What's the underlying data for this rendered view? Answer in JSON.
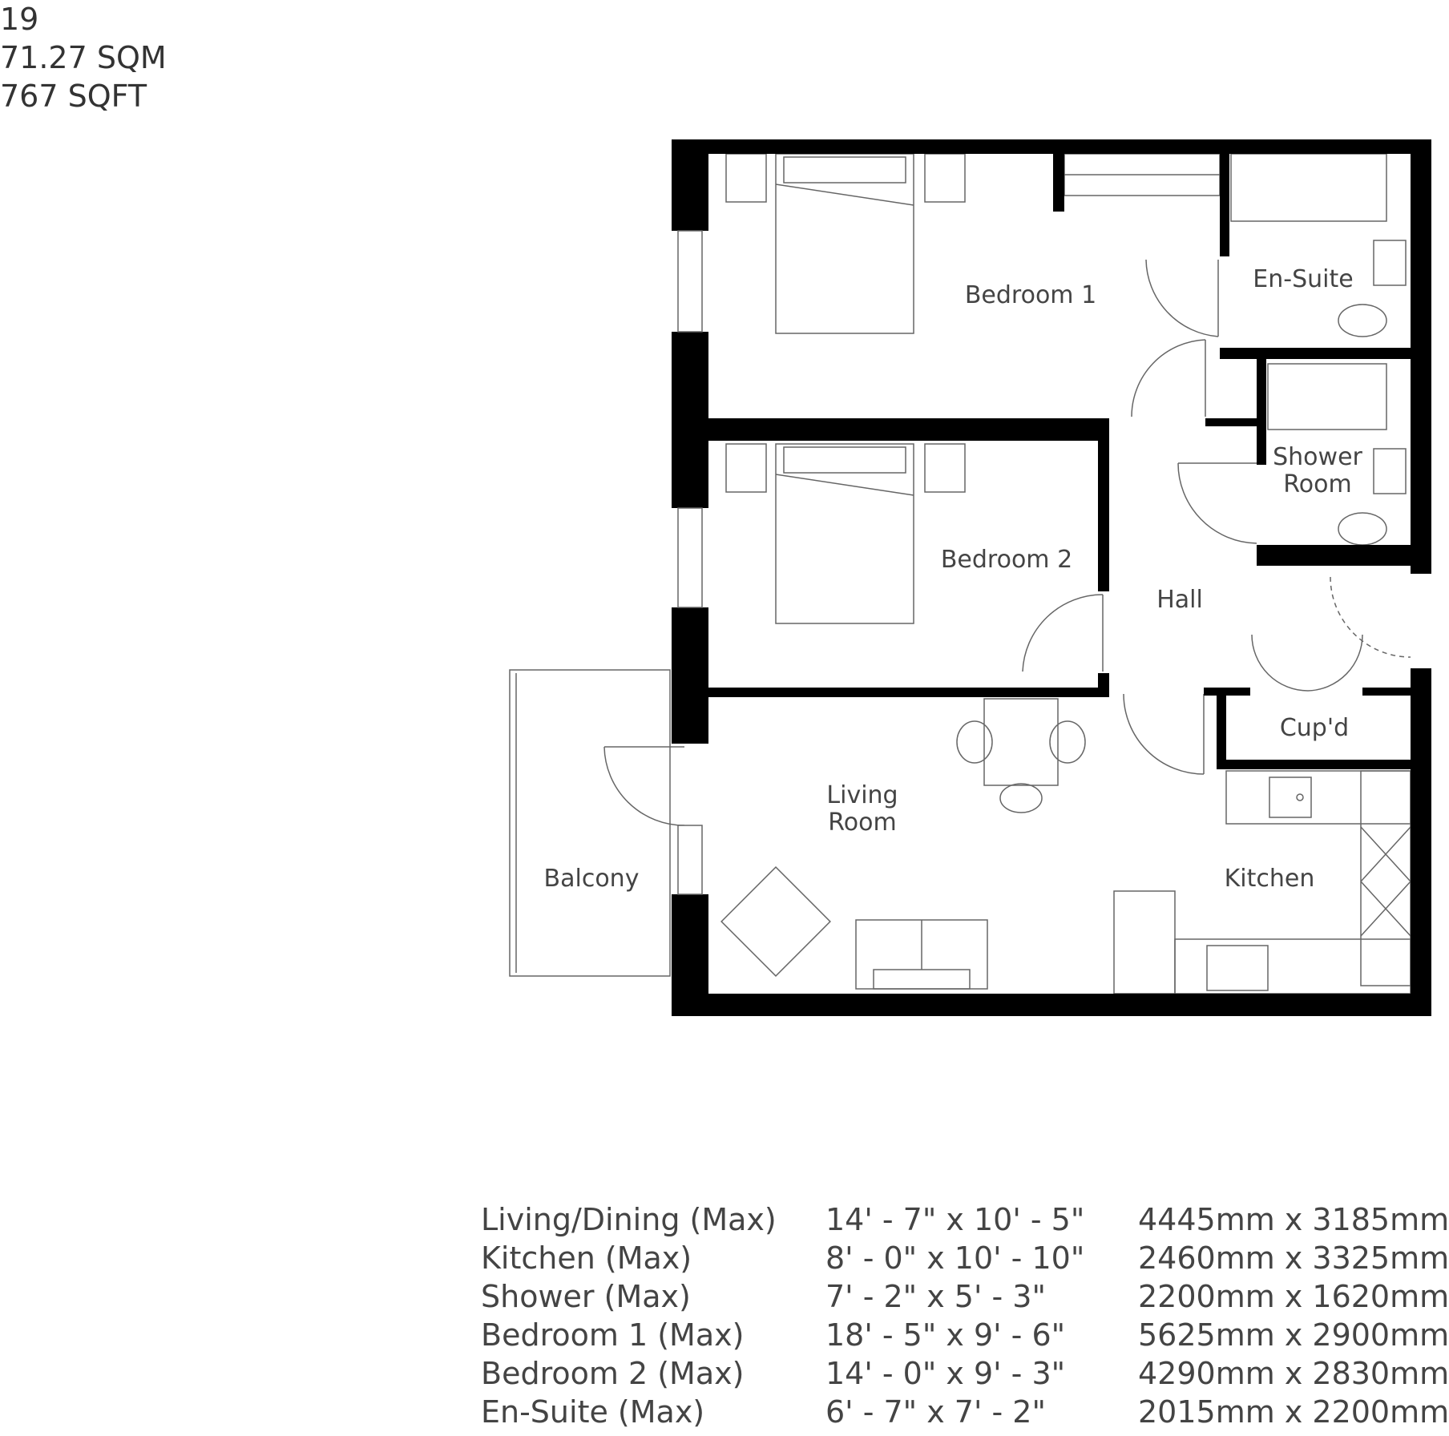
{
  "unit": {
    "number": "19",
    "area_sqm": "71.27 SQM",
    "area_sqft": "767 SQFT"
  },
  "rooms": {
    "bedroom1": "Bedroom 1",
    "ensuite": "En-Suite",
    "shower_line1": "Shower",
    "shower_line2": "Room",
    "bedroom2": "Bedroom 2",
    "hall": "Hall",
    "cupd": "Cup'd",
    "living_line1": "Living",
    "living_line2": "Room",
    "kitchen": "Kitchen",
    "balcony": "Balcony"
  },
  "schedule": [
    {
      "room": "Living/Dining (Max)",
      "imperial": "14' - 7\" x 10' - 5\"",
      "metric": "4445mm x 3185mm"
    },
    {
      "room": "Kitchen (Max)",
      "imperial": "8' - 0\" x 10' - 10\"",
      "metric": "2460mm x 3325mm"
    },
    {
      "room": "Shower (Max)",
      "imperial": "7' - 2\" x 5' - 3\"",
      "metric": "2200mm x 1620mm"
    },
    {
      "room": "Bedroom 1 (Max)",
      "imperial": "18' - 5\" x 9' - 6\"",
      "metric": "5625mm x 2900mm"
    },
    {
      "room": "Bedroom 2 (Max)",
      "imperial": "14' - 0\" x 9' - 3\"",
      "metric": "4290mm x 2830mm"
    },
    {
      "room": "En-Suite (Max)",
      "imperial": "6' - 7\" x 7' - 2\"",
      "metric": "2015mm x 2200mm"
    }
  ]
}
